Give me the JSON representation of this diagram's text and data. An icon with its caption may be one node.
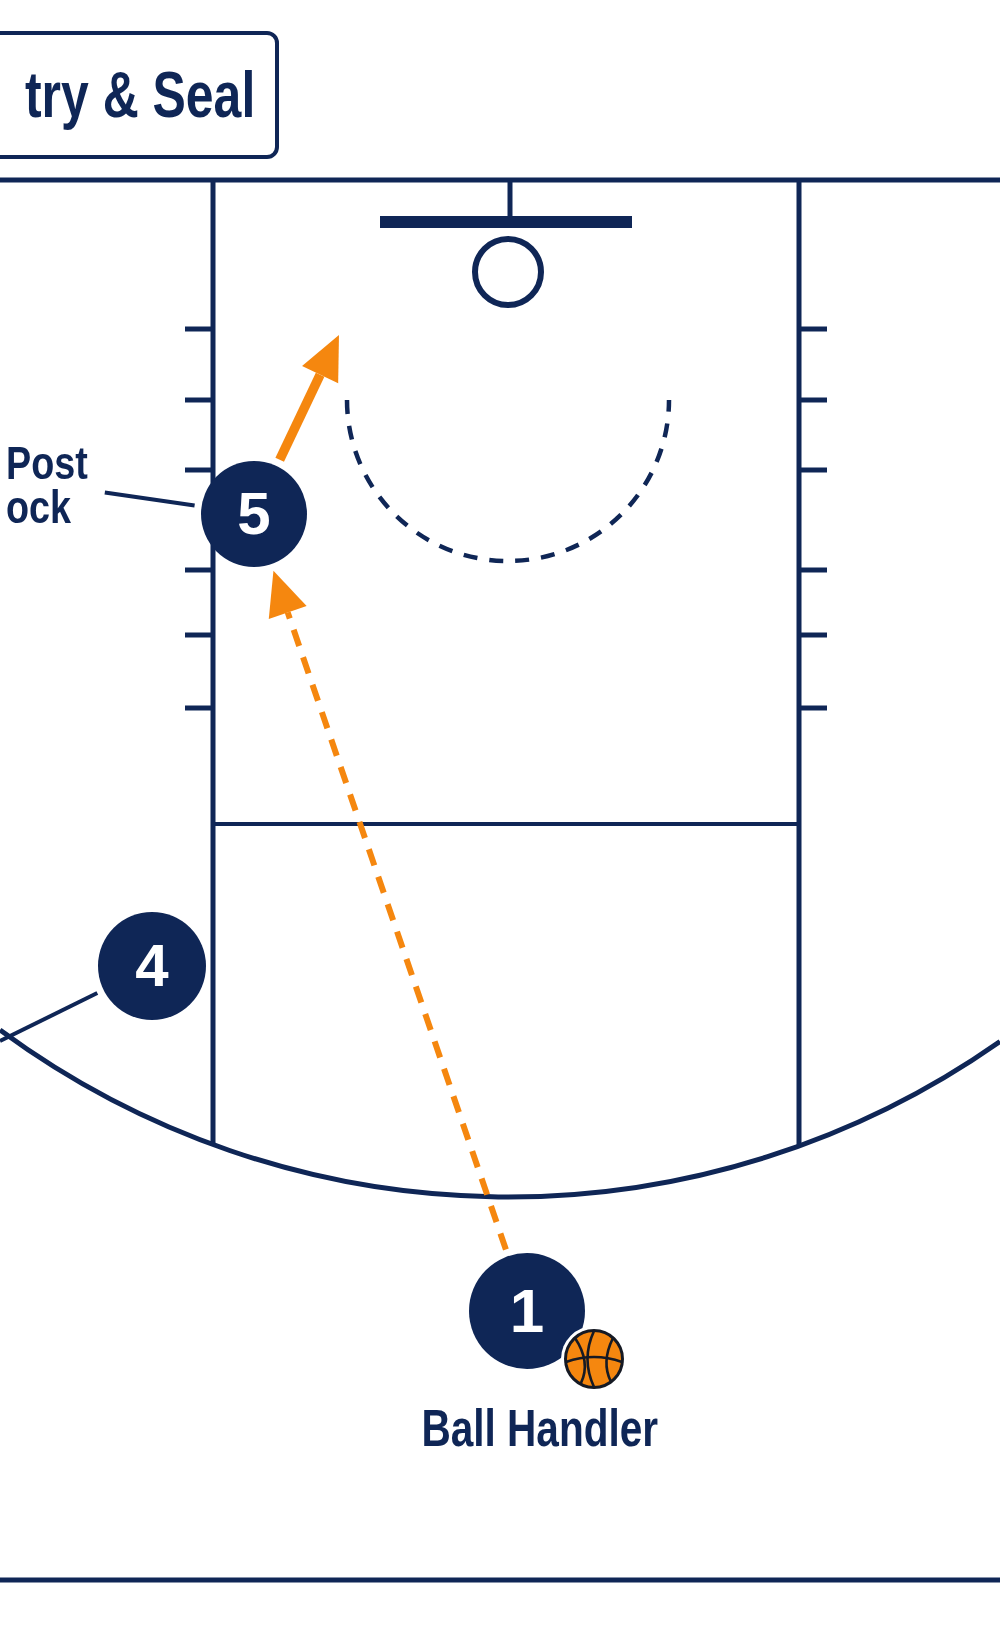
{
  "diagram": {
    "title": "try & Seal",
    "nodes": [
      {
        "text": [
          "Post ock"
        ]
      },
      {
        "text": [
          "5"
        ]
      },
      {
        "text": [
          "4"
        ]
      },
      {
        "text": [
          "1"
        ],
        "beside": [
          "Ball Handler"
        ]
      }
    ],
    "edges": [
      {
        "from": 0,
        "to": 1,
        "arrow": "none"
      },
      {
        "from": null,
        "to": 2,
        "arrow": "none"
      },
      {
        "from": 3,
        "to": 1,
        "arrow": "to",
        "style": "dashed",
        "color": "#f5870f"
      },
      {
        "from": 1,
        "to": null,
        "arrow": "to",
        "style": "thick",
        "color": "#f5870f"
      }
    ]
  }
}
